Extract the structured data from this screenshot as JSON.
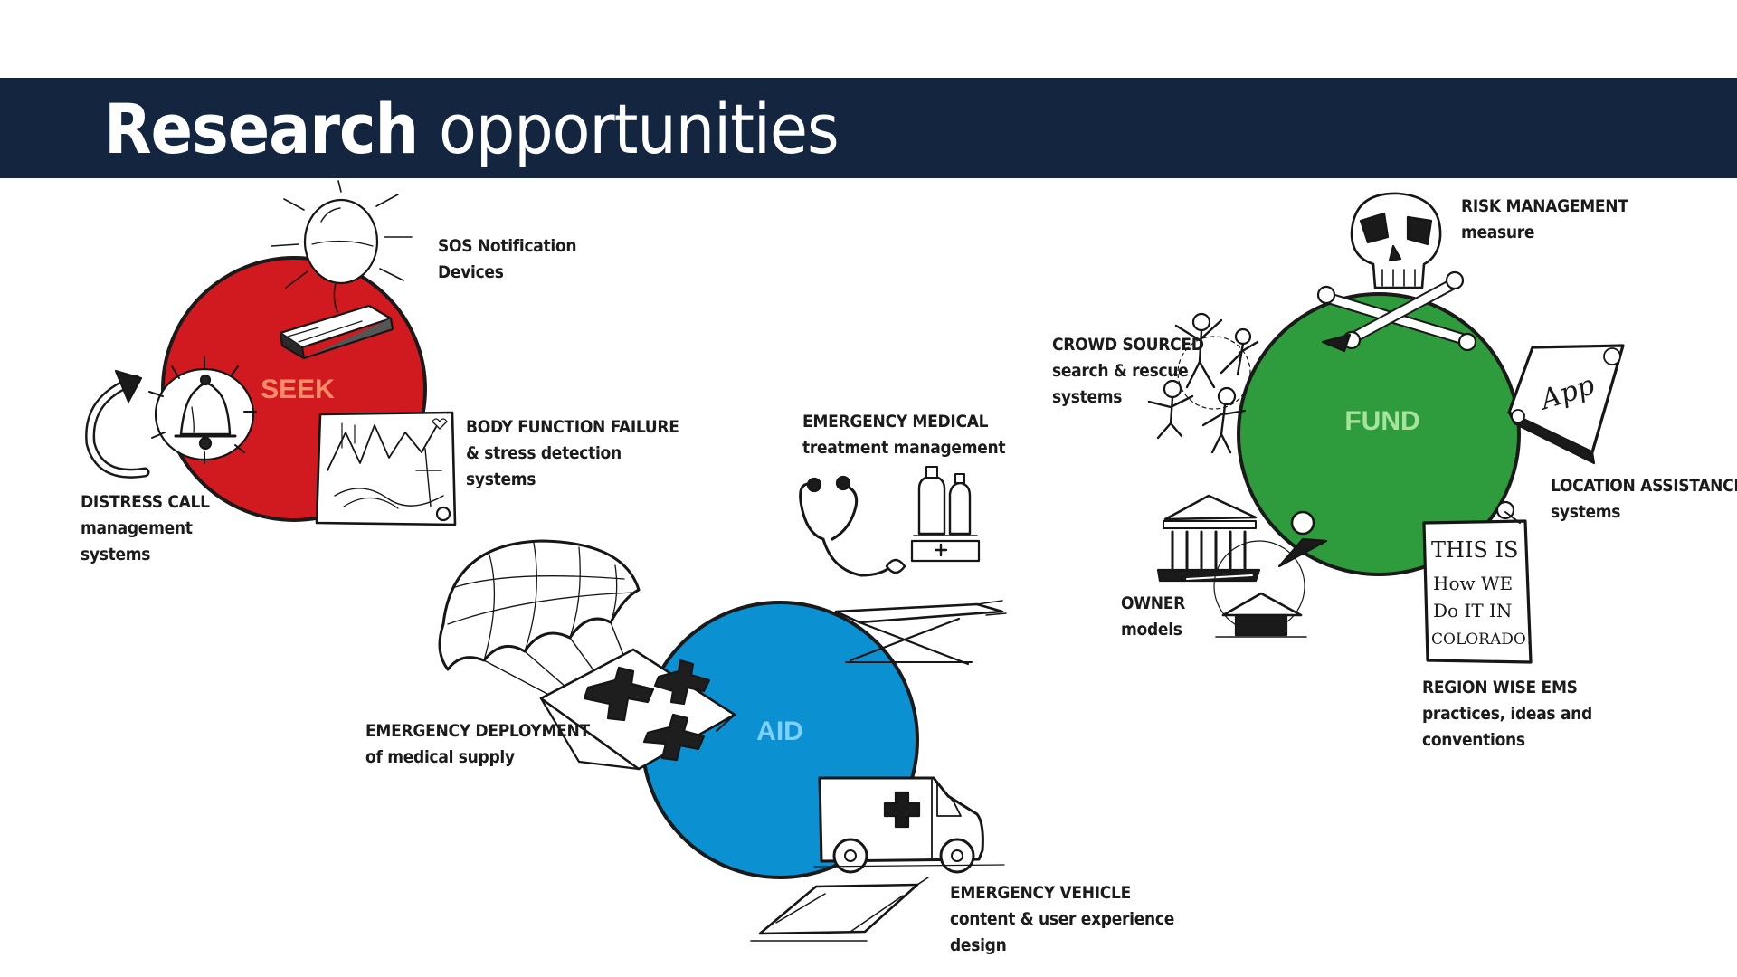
{
  "title": {
    "bold": "Research",
    "light": "opportunities"
  },
  "colors": {
    "header": "#13253f",
    "seek": "#d11a20",
    "aid": "#0b90d2",
    "fund": "#2e9b3d",
    "seek_label": "#ff8c68",
    "aid_label": "#7fd0ff",
    "fund_label": "#a6e39c"
  },
  "circles": {
    "seek": "SEEK",
    "aid": "AID",
    "fund": "FUND"
  },
  "labels": {
    "sos": {
      "l1": "SOS Notification",
      "l2": "Devices"
    },
    "body": {
      "l1": "BODY FUNCTION FAILURE",
      "l2": "& stress detection",
      "l3": "systems"
    },
    "distress": {
      "l1": "DISTRESS CALL",
      "l2": "management",
      "l3": "systems"
    },
    "medical": {
      "l1": "EMERGENCY MEDICAL",
      "l2": "treatment management"
    },
    "deployment": {
      "l1": "EMERGENCY DEPLOYMENT",
      "l2": "of medical supply"
    },
    "vehicle": {
      "l1": "EMERGENCY VEHICLE",
      "l2": "content & user experience",
      "l3": "design"
    },
    "risk": {
      "l1": "RISK MANAGEMENT",
      "l2": "measure"
    },
    "crowd": {
      "l1": "CROWD SOURCED",
      "l2": "search & rescue",
      "l3": "systems"
    },
    "location": {
      "l1": "LOCATION ASSISTANCE",
      "l2": "systems"
    },
    "owner": {
      "l1": "OWNER",
      "l2": "models"
    },
    "region": {
      "l1": "REGION WISE EMS",
      "l2": "practices, ideas and",
      "l3": "conventions"
    }
  },
  "sketch_text": {
    "app": "App",
    "sign_l1": "THIS IS",
    "sign_l2": "How WE",
    "sign_l3": "Do IT IN",
    "sign_l4": "COLORADO!"
  },
  "icons": [
    "balloon-icon",
    "bell-icon",
    "phone-arrow-icon",
    "monitor-chart-icon",
    "stethoscope-icon",
    "oxygen-tank-icon",
    "parachute-icon",
    "medical-crate-icon",
    "ambulance-icon",
    "stretcher-icon",
    "skull-crossbones-icon",
    "people-icon",
    "tablet-app-icon",
    "bank-icon",
    "house-icon",
    "sign-icon",
    "location-pin-icon"
  ]
}
